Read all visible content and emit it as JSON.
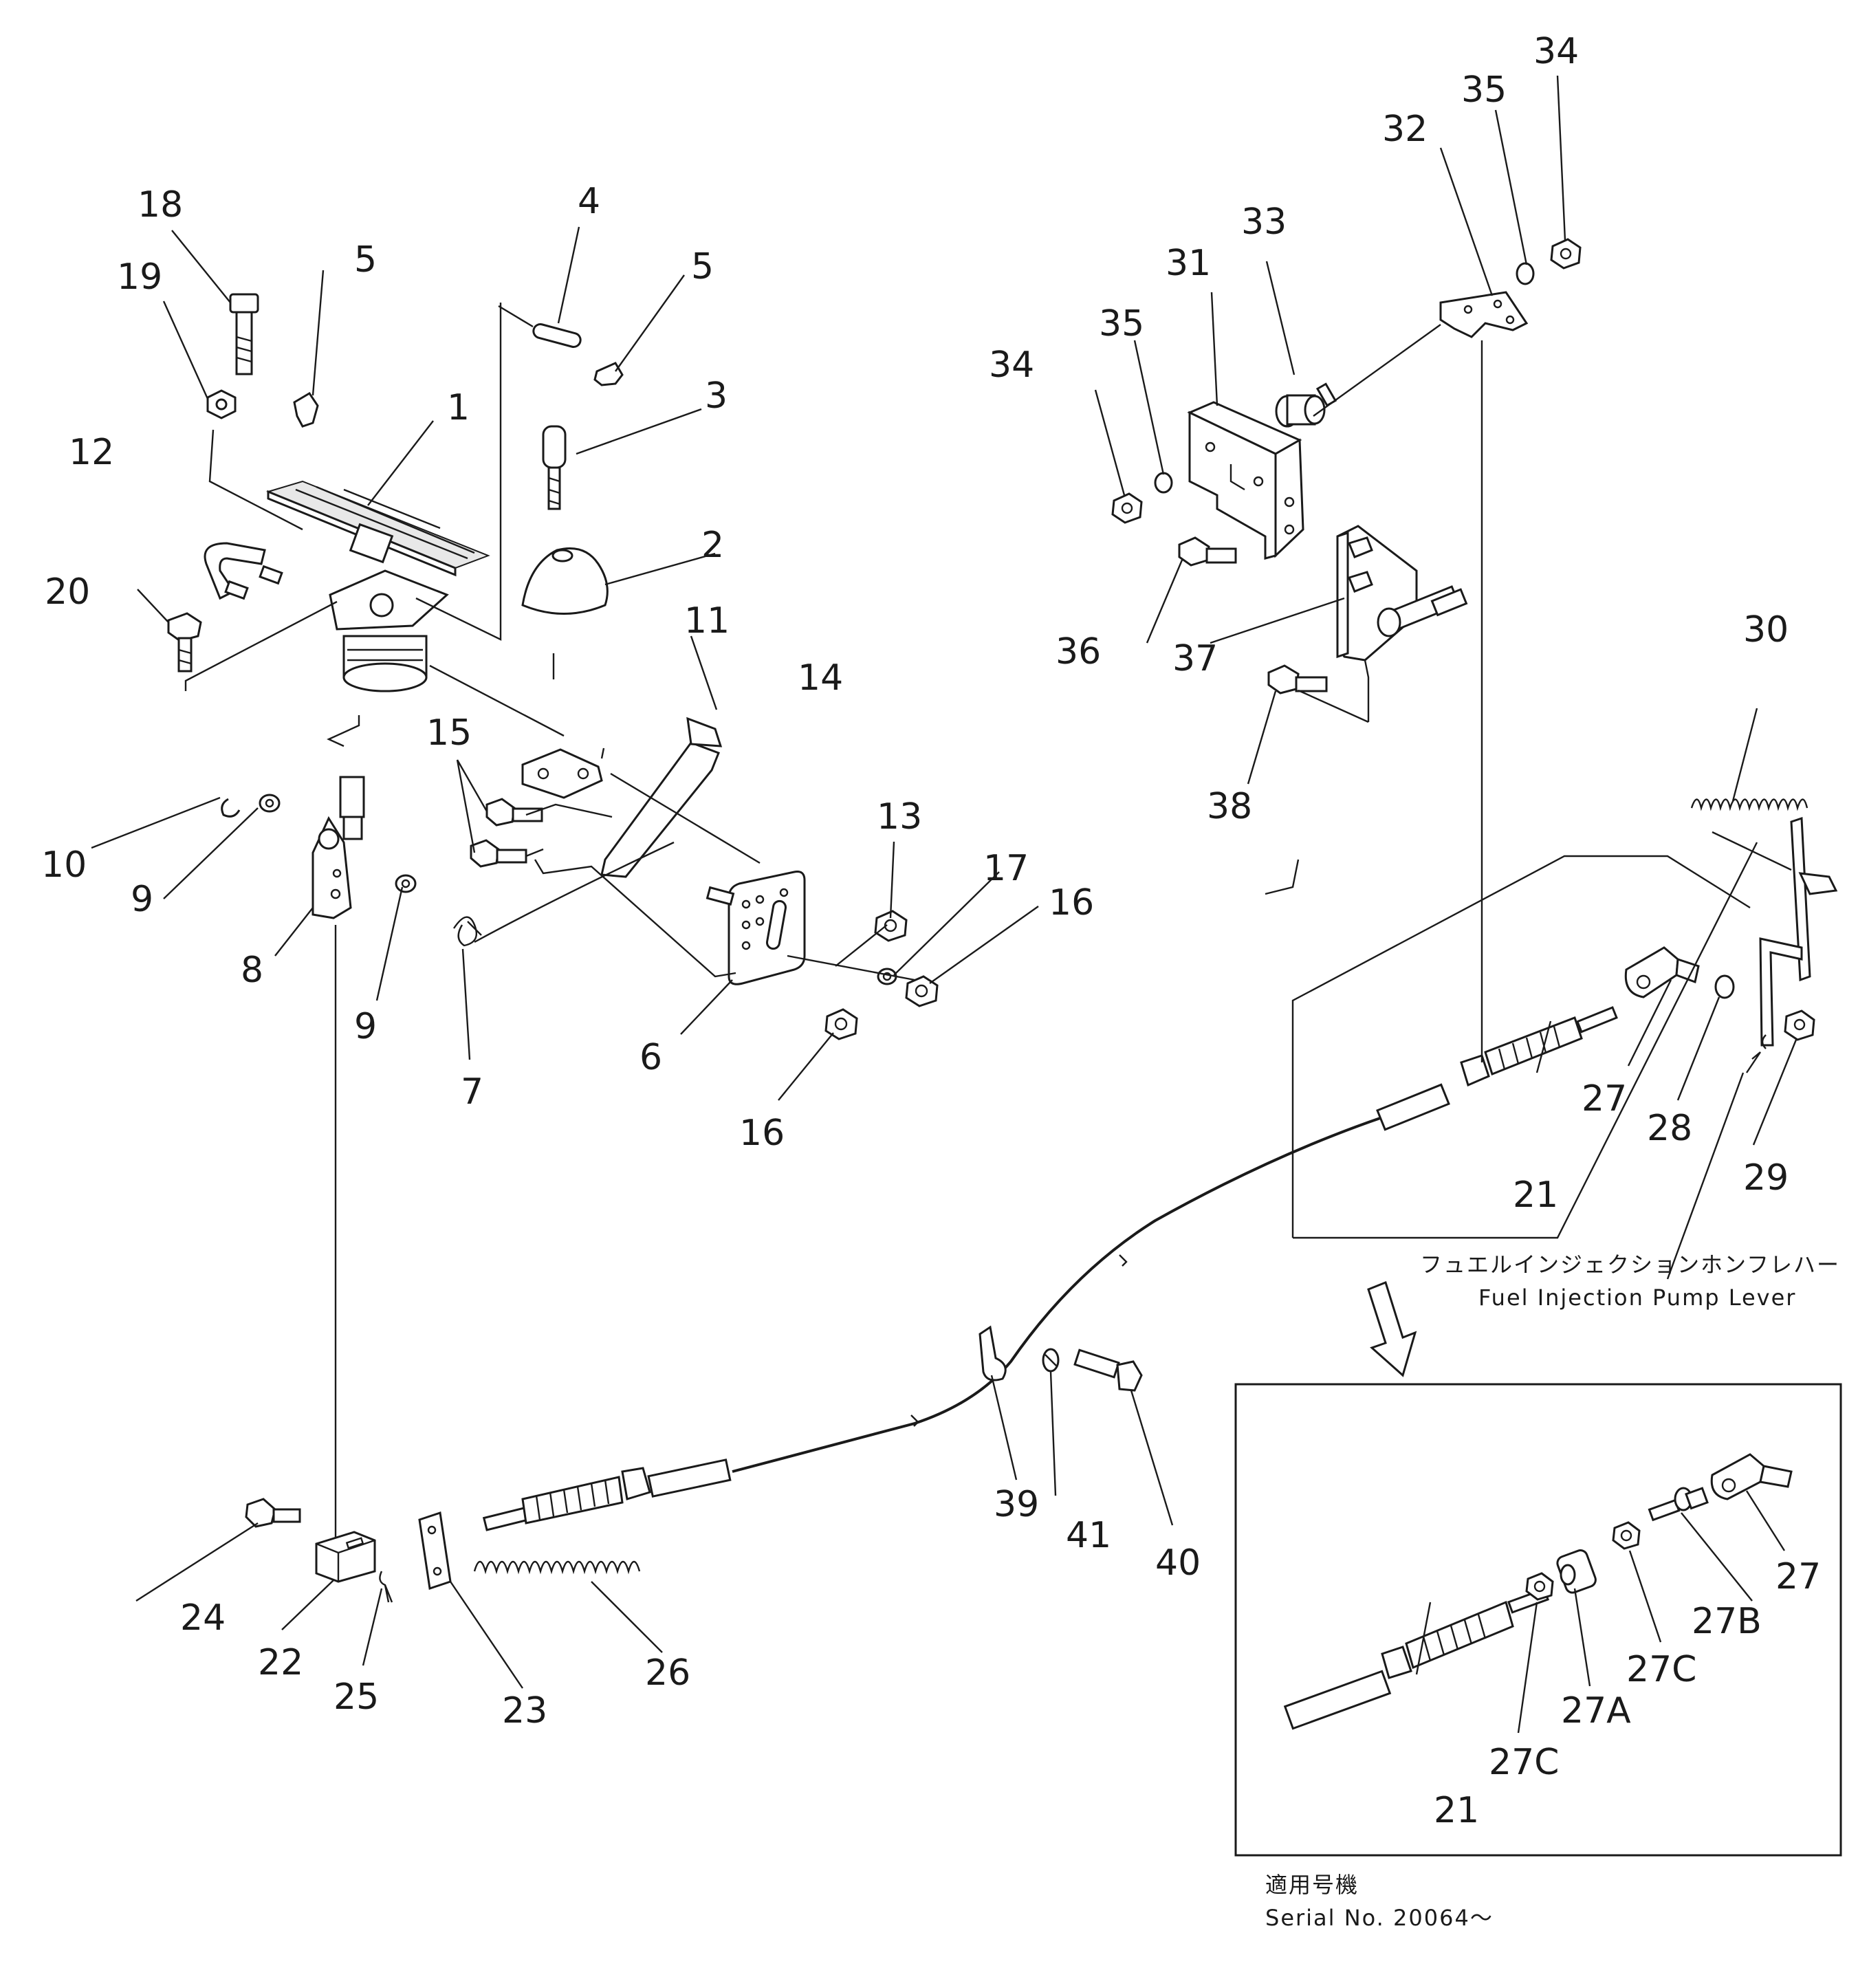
{
  "labels": {
    "l1": "1",
    "l2": "2",
    "l3": "3",
    "l4": "4",
    "l5a": "5",
    "l5b": "5",
    "l6": "6",
    "l7": "7",
    "l8": "8",
    "l9a": "9",
    "l9b": "9",
    "l10": "10",
    "l11": "11",
    "l12": "12",
    "l13": "13",
    "l14": "14",
    "l15": "15",
    "l16a": "16",
    "l16b": "16",
    "l17": "17",
    "l18": "18",
    "l19": "19",
    "l20": "20",
    "l21a": "21",
    "l21b": "21",
    "l22": "22",
    "l23": "23",
    "l24": "24",
    "l25": "25",
    "l26": "26",
    "l27a": "27",
    "l27b": "27",
    "l27A": "27A",
    "l27B": "27B",
    "l27Ca": "27C",
    "l27Cb": "27C",
    "l28": "28",
    "l29": "29",
    "l30": "30",
    "l31": "31",
    "l32": "32",
    "l33": "33",
    "l34a": "34",
    "l34b": "34",
    "l35a": "35",
    "l35b": "35",
    "l36": "36",
    "l37": "37",
    "l38": "38",
    "l39": "39",
    "l40": "40",
    "l41": "41"
  },
  "captions": {
    "fuel_jp": "フュエルインジェクションホンフレハー",
    "fuel_en": "Fuel Injection Pump Lever",
    "serial_jp": "適用号機",
    "serial_en": "Serial No. 20064～"
  }
}
